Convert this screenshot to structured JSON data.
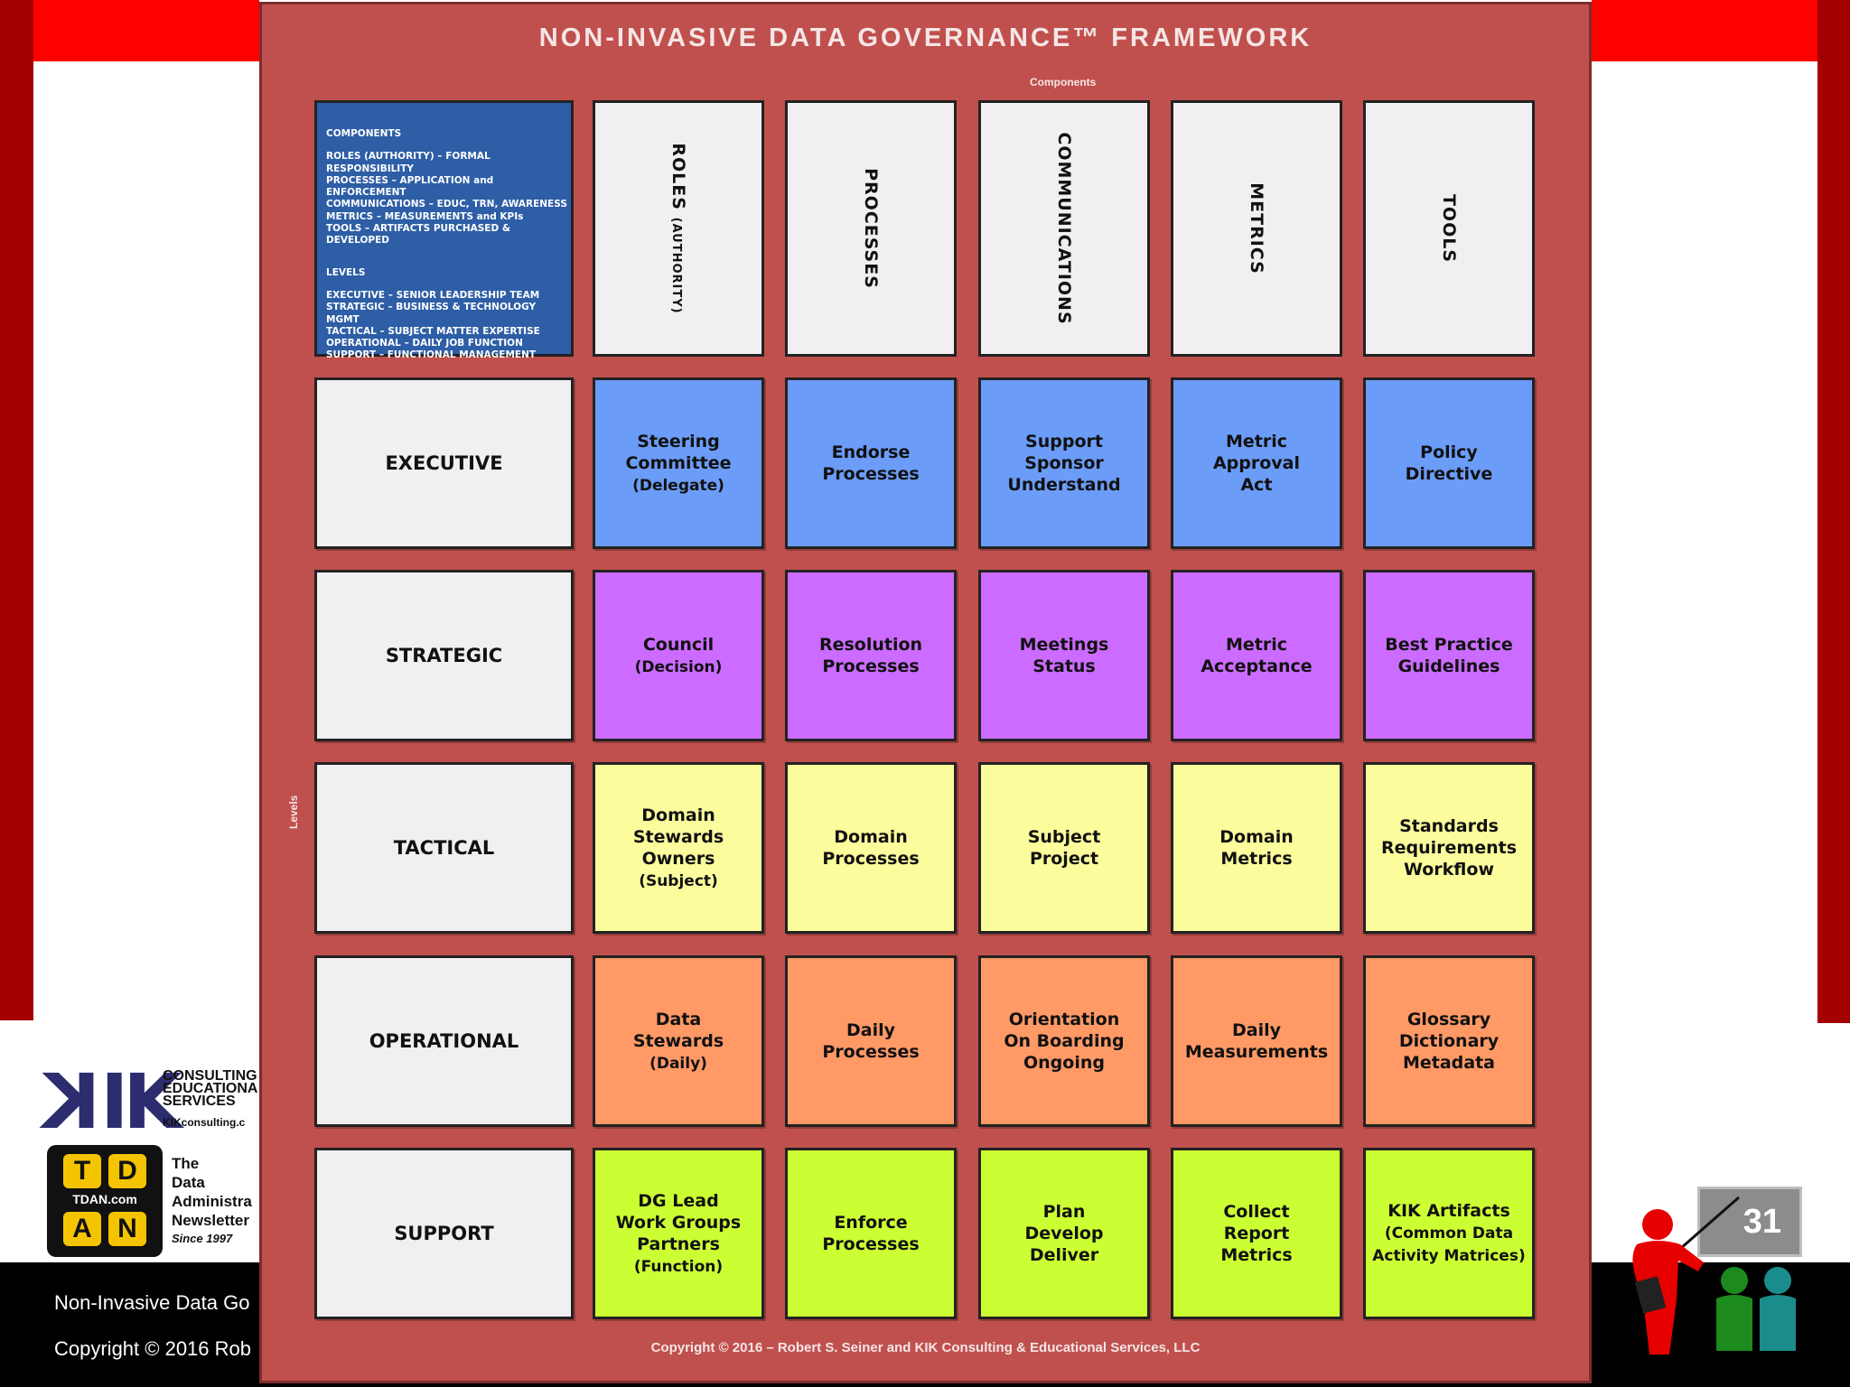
{
  "framework": {
    "title": "NON-INVASIVE DATA GOVERNANCE™ FRAMEWORK",
    "components_label": "Components",
    "levels_label": "Levels",
    "copyright": "Copyright © 2016 – Robert S. Seiner and KIK Consulting & Educational Services, LLC",
    "legend": {
      "components_heading": "COMPONENTS",
      "components": [
        "ROLES (AUTHORITY) – FORMAL RESPONSIBILITY",
        "PROCESSES – APPLICATION and ENFORCEMENT",
        "COMMUNICATIONS – EDUC, TRN, AWARENESS",
        "METRICS – MEASUREMENTS and KPIs",
        "TOOLS – ARTIFACTS PURCHASED & DEVELOPED"
      ],
      "levels_heading": "LEVELS",
      "levels": [
        "EXECUTIVE – SENIOR LEADERSHIP TEAM",
        "STRATEGIC – BUSINESS & TECHNOLOGY MGMT",
        "TACTICAL – SUBJECT MATTER EXPERTISE",
        "OPERATIONAL – DAILY JOB FUNCTION",
        "SUPPORT – FUNCTIONAL MANAGEMENT"
      ]
    },
    "columns": [
      {
        "main": "ROLES",
        "sub": "(AUTHORITY)"
      },
      {
        "main": "PROCESSES",
        "sub": ""
      },
      {
        "main": "COMMUNICATIONS",
        "sub": ""
      },
      {
        "main": "METRICS",
        "sub": ""
      },
      {
        "main": "TOOLS",
        "sub": ""
      }
    ],
    "rows": [
      {
        "level": "EXECUTIVE",
        "cells": [
          {
            "text": "Steering\nCommittee",
            "sub": "(Delegate)"
          },
          {
            "text": "Endorse\nProcesses",
            "sub": ""
          },
          {
            "text": "Support\nSponsor\nUnderstand",
            "sub": ""
          },
          {
            "text": "Metric\nApproval\nAct",
            "sub": ""
          },
          {
            "text": "Policy\nDirective",
            "sub": ""
          }
        ]
      },
      {
        "level": "STRATEGIC",
        "cells": [
          {
            "text": "Council",
            "sub": "(Decision)"
          },
          {
            "text": "Resolution\nProcesses",
            "sub": ""
          },
          {
            "text": "Meetings\nStatus",
            "sub": ""
          },
          {
            "text": "Metric\nAcceptance",
            "sub": ""
          },
          {
            "text": "Best Practice\nGuidelines",
            "sub": ""
          }
        ]
      },
      {
        "level": "TACTICAL",
        "cells": [
          {
            "text": "Domain\nStewards\nOwners",
            "sub": "(Subject)"
          },
          {
            "text": "Domain\nProcesses",
            "sub": ""
          },
          {
            "text": "Subject\nProject",
            "sub": ""
          },
          {
            "text": "Domain\nMetrics",
            "sub": ""
          },
          {
            "text": "Standards\nRequirements\nWorkflow",
            "sub": ""
          }
        ]
      },
      {
        "level": "OPERATIONAL",
        "cells": [
          {
            "text": "Data\nStewards",
            "sub": "(Daily)"
          },
          {
            "text": "Daily\nProcesses",
            "sub": ""
          },
          {
            "text": "Orientation\nOn Boarding\nOngoing",
            "sub": ""
          },
          {
            "text": "Daily\nMeasurements",
            "sub": ""
          },
          {
            "text": "Glossary\nDictionary\nMetadata",
            "sub": ""
          }
        ]
      },
      {
        "level": "SUPPORT",
        "cells": [
          {
            "text": "DG Lead\nWork Groups\nPartners",
            "sub": "(Function)"
          },
          {
            "text": "Enforce\nProcesses",
            "sub": ""
          },
          {
            "text": "Plan\nDevelop\nDeliver",
            "sub": ""
          },
          {
            "text": "Collect\nReport\nMetrics",
            "sub": ""
          },
          {
            "text": "KIK Artifacts",
            "sub": "(Common Data\nActivity Matrices)"
          }
        ]
      }
    ],
    "row_colors": {
      "EXECUTIVE": "#6b9cf7",
      "STRATEGIC": "#cc6bff",
      "TACTICAL": "#fbfc9c",
      "OPERATIONAL": "#ff9966",
      "SUPPORT": "#ccff33"
    }
  },
  "logos": {
    "kik_mark": "KIK",
    "kik_lines": [
      "CONSULTING",
      "EDUCATIONA",
      "SERVICES"
    ],
    "kik_url": "KIKconsulting.c",
    "tdan_tiles": [
      "T",
      "D",
      "A",
      "N"
    ],
    "tdan_url": "TDAN.com",
    "tdan_lines": [
      "The",
      "Data",
      "Administra",
      "Newsletter"
    ],
    "tdan_since": "Since 1997"
  },
  "footer": {
    "line1": "Non-Invasive Data Go",
    "line2": "Copyright © 2016 Rob"
  },
  "slide_number": "31",
  "icons": {
    "presenter": "presenter-with-pointer-icon",
    "audience": "audience-people-icon"
  }
}
